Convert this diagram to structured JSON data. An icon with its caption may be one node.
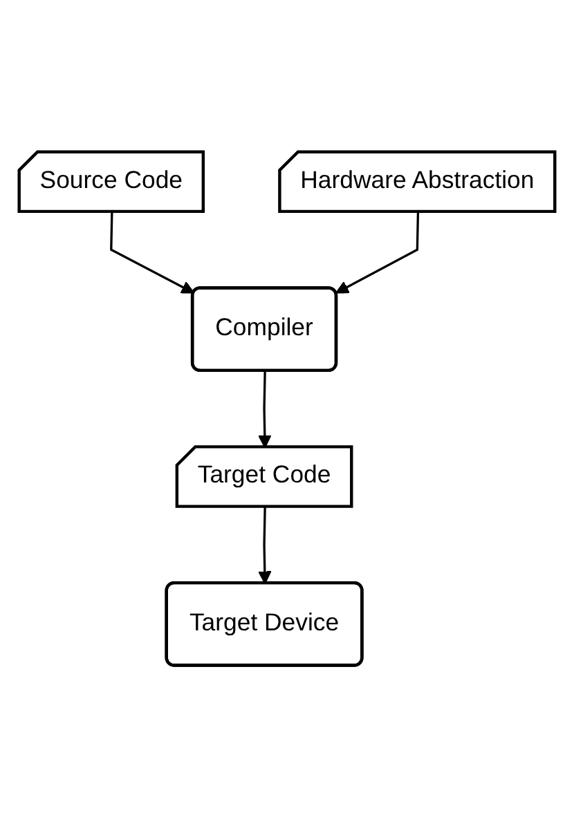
{
  "diagram": {
    "nodes": [
      {
        "text": [
          "Source Code"
        ]
      },
      {
        "text": [
          "Hardware Abstraction"
        ]
      },
      {
        "text": [
          "Compiler"
        ]
      },
      {
        "text": [
          "Target Code"
        ]
      },
      {
        "text": [
          "Target Device"
        ]
      }
    ],
    "edges": [
      {
        "from": 0,
        "to": 2,
        "arrow": "to"
      },
      {
        "from": 1,
        "to": 2,
        "arrow": "to"
      },
      {
        "from": 2,
        "to": 3,
        "arrow": "to"
      },
      {
        "from": 3,
        "to": 4,
        "arrow": "to"
      }
    ]
  }
}
